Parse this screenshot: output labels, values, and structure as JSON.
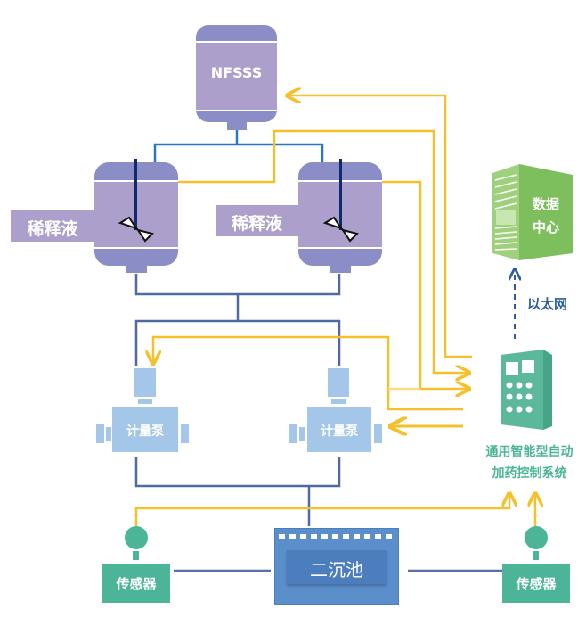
{
  "diagram": {
    "title": "",
    "nodes": {
      "nfsss_tank": {
        "label": "NFSSS"
      },
      "dilution_tank_left": {
        "label": "稀释液"
      },
      "dilution_tank_right": {
        "label": "稀释液"
      },
      "data_center": {
        "label_line1": "数据",
        "label_line2": "中心"
      },
      "ethernet": {
        "label": "以太网"
      },
      "control_system": {
        "label_line1": "通用智能型自动",
        "label_line2": "加药控制系统"
      },
      "metering_pump_left": {
        "label": "计量泵"
      },
      "metering_pump_right": {
        "label": "计量泵"
      },
      "secondary_clarifier": {
        "label": "二沉池"
      },
      "sensor_left": {
        "label": "传感器"
      },
      "sensor_right": {
        "label": "传感器"
      }
    },
    "colors": {
      "tank_top": "#8b8dc6",
      "tank_body": "#ad9fcb",
      "pipe_blue": "#2778c0",
      "pipe_slate": "#4e6aa0",
      "signal_yellow": "#f5c02a",
      "pump_blue": "#a4c6e8",
      "clarifier_blue": "#5b8fcc",
      "sensor_green": "#4db597",
      "control_green": "#5bb89b",
      "datacenter_green": "#7cbf5c",
      "ethernet_text": "#2e5e9e"
    }
  }
}
